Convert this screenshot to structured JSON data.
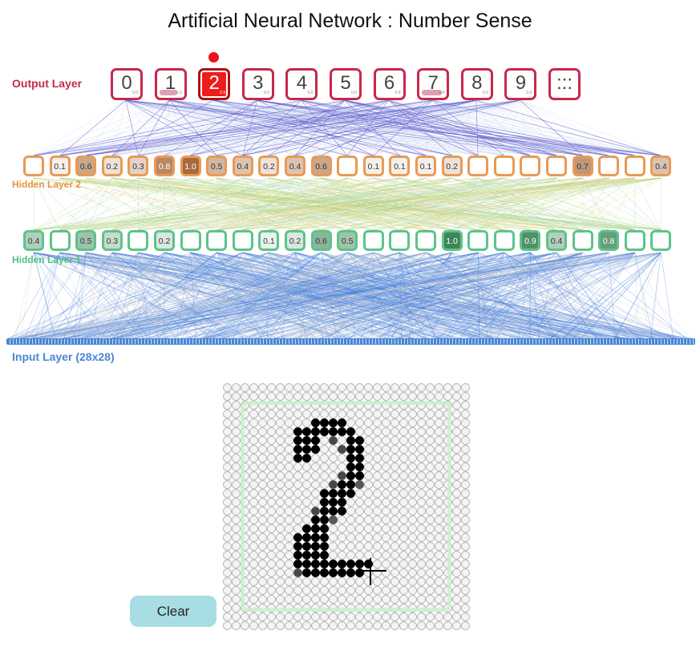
{
  "title": "Artificial Neural Network : Number Sense",
  "layers": {
    "output_label": "Output Layer",
    "hidden2_label": "Hidden Layer 2",
    "hidden1_label": "Hidden Layer 1",
    "input_label": "Input Layer (28x28)"
  },
  "output_nodes": [
    {
      "digit": "0",
      "prob": "0.0",
      "value": 0.0
    },
    {
      "digit": "1",
      "prob": "0.3",
      "value": 0.3
    },
    {
      "digit": "2",
      "prob": "0.9",
      "value": 0.9,
      "active": true
    },
    {
      "digit": "3",
      "prob": "0.0",
      "value": 0.0
    },
    {
      "digit": "4",
      "prob": "0.0",
      "value": 0.0
    },
    {
      "digit": "5",
      "prob": "0.0",
      "value": 0.0
    },
    {
      "digit": "6",
      "prob": "0.0",
      "value": 0.0
    },
    {
      "digit": "7",
      "prob": "0.4",
      "value": 0.4
    },
    {
      "digit": "8",
      "prob": "0.0",
      "value": 0.0
    },
    {
      "digit": "9",
      "prob": "0.0",
      "value": 0.0
    },
    {
      "digit": ":::",
      "prob": "",
      "value": 0.0
    }
  ],
  "hidden2": [
    "",
    "0.1",
    "0.6",
    "0.2",
    "0.3",
    "0.8",
    "1.0",
    "0.5",
    "0.4",
    "0.2",
    "0.4",
    "0.6",
    "",
    "0.1",
    "0.1",
    "0.1",
    "0.2",
    "",
    "",
    "",
    "",
    "0.7",
    "",
    "",
    "0.4"
  ],
  "hidden1": [
    "0.4",
    "",
    "0.5",
    "0.3",
    "",
    "0.2",
    "",
    "",
    "",
    "0.1",
    "0.2",
    "0.6",
    "0.5",
    "",
    "",
    "",
    "1.0",
    "",
    "",
    "0.9",
    "0.4",
    "",
    "0.8",
    "",
    ""
  ],
  "input_grid_size": 28,
  "input_pixels": [
    [
      4,
      10,
      1
    ],
    [
      4,
      11,
      1
    ],
    [
      4,
      12,
      1
    ],
    [
      4,
      13,
      1
    ],
    [
      5,
      8,
      1
    ],
    [
      5,
      9,
      1
    ],
    [
      5,
      10,
      1
    ],
    [
      5,
      11,
      1
    ],
    [
      5,
      12,
      1
    ],
    [
      5,
      13,
      1
    ],
    [
      5,
      14,
      1
    ],
    [
      6,
      8,
      1
    ],
    [
      6,
      9,
      1
    ],
    [
      6,
      10,
      1
    ],
    [
      6,
      12,
      0.6
    ],
    [
      6,
      14,
      1
    ],
    [
      6,
      15,
      1
    ],
    [
      7,
      8,
      1
    ],
    [
      7,
      9,
      1
    ],
    [
      7,
      10,
      1
    ],
    [
      7,
      13,
      0.6
    ],
    [
      7,
      14,
      1
    ],
    [
      7,
      15,
      1
    ],
    [
      8,
      8,
      1
    ],
    [
      8,
      9,
      1
    ],
    [
      8,
      14,
      1
    ],
    [
      8,
      15,
      1
    ],
    [
      9,
      14,
      1
    ],
    [
      9,
      15,
      1
    ],
    [
      10,
      13,
      0.6
    ],
    [
      10,
      14,
      1
    ],
    [
      10,
      15,
      1
    ],
    [
      11,
      12,
      0.6
    ],
    [
      11,
      13,
      1
    ],
    [
      11,
      14,
      1
    ],
    [
      11,
      15,
      0.5
    ],
    [
      12,
      11,
      1
    ],
    [
      12,
      12,
      1
    ],
    [
      12,
      13,
      1
    ],
    [
      12,
      14,
      1
    ],
    [
      13,
      11,
      1
    ],
    [
      13,
      12,
      1
    ],
    [
      13,
      13,
      1
    ],
    [
      14,
      10,
      0.6
    ],
    [
      14,
      11,
      1
    ],
    [
      14,
      12,
      1
    ],
    [
      14,
      13,
      1
    ],
    [
      15,
      10,
      1
    ],
    [
      15,
      11,
      1
    ],
    [
      15,
      12,
      0.5
    ],
    [
      16,
      9,
      1
    ],
    [
      16,
      10,
      1
    ],
    [
      16,
      11,
      1
    ],
    [
      17,
      8,
      1
    ],
    [
      17,
      9,
      1
    ],
    [
      17,
      10,
      1
    ],
    [
      17,
      11,
      1
    ],
    [
      18,
      8,
      1
    ],
    [
      18,
      9,
      1
    ],
    [
      18,
      10,
      1
    ],
    [
      18,
      11,
      1
    ],
    [
      19,
      8,
      1
    ],
    [
      19,
      9,
      1
    ],
    [
      19,
      10,
      1
    ],
    [
      19,
      11,
      1
    ],
    [
      20,
      8,
      1
    ],
    [
      20,
      9,
      1
    ],
    [
      20,
      10,
      1
    ],
    [
      20,
      11,
      1
    ],
    [
      20,
      12,
      1
    ],
    [
      20,
      13,
      1
    ],
    [
      20,
      14,
      1
    ],
    [
      20,
      15,
      1
    ],
    [
      20,
      16,
      1
    ],
    [
      21,
      8,
      0.6
    ],
    [
      21,
      9,
      1
    ],
    [
      21,
      10,
      1
    ],
    [
      21,
      11,
      1
    ],
    [
      21,
      12,
      1
    ],
    [
      21,
      13,
      1
    ],
    [
      21,
      14,
      1
    ],
    [
      21,
      15,
      1
    ]
  ],
  "clear_label": "Clear",
  "colors": {
    "output": "#c8284e",
    "hidden2": "#e99a55",
    "hidden1": "#5cc48a",
    "input": "#4a86d4",
    "active": "#ee1c1c"
  }
}
